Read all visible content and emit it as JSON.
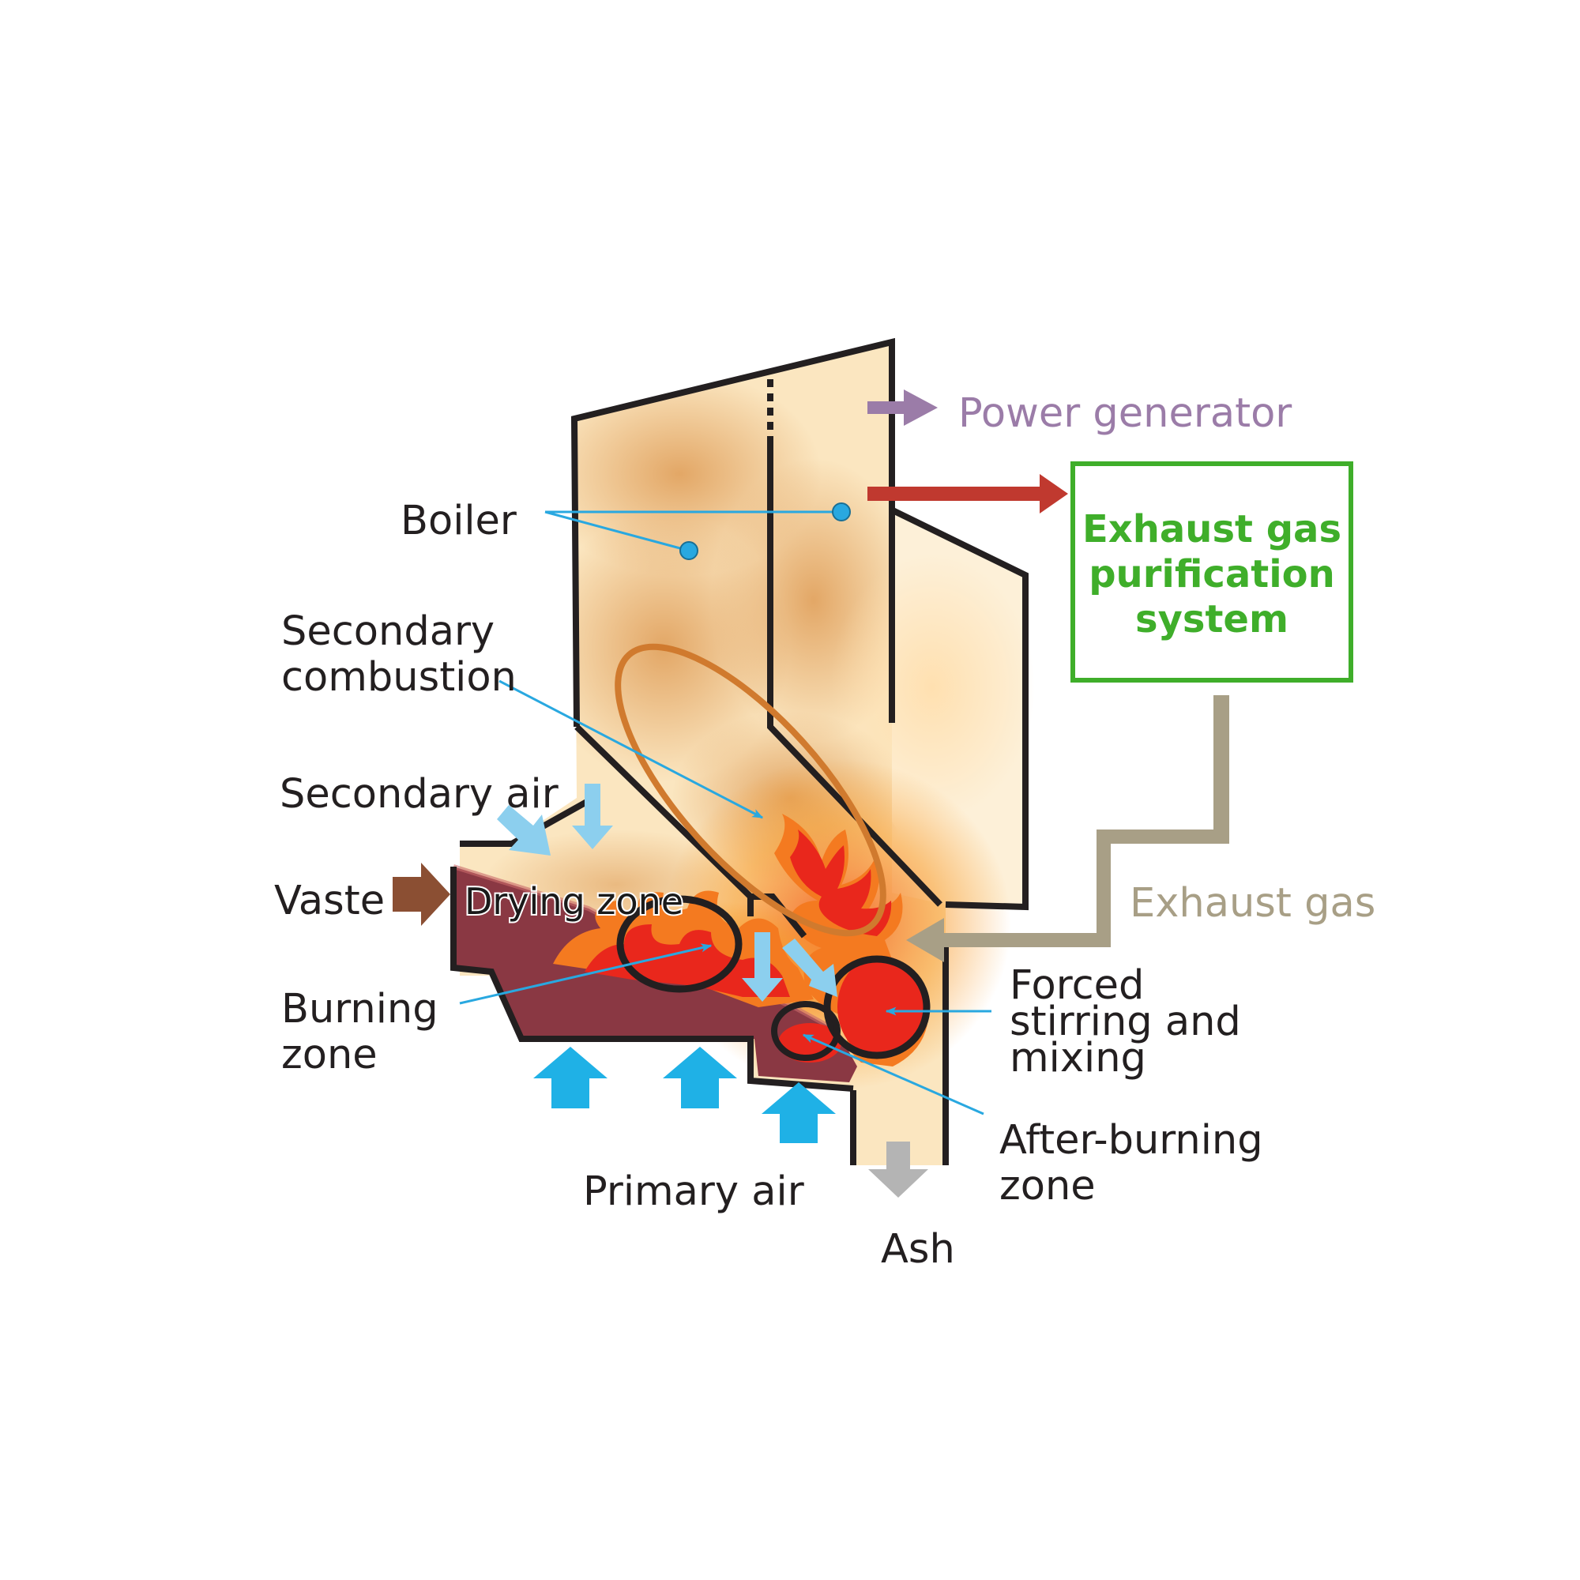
{
  "labels": {
    "boiler": "Boiler",
    "secondary_combustion": [
      "Secondary",
      "combustion"
    ],
    "secondary_air": "Secondary air",
    "waste": "Vaste",
    "drying_zone": "Drying zone",
    "burning_zone": [
      "Burning",
      "zone"
    ],
    "primary_air": "Primary air",
    "ash": "Ash",
    "forced_stirring": [
      "Forced",
      "stirring and",
      "mixing"
    ],
    "after_burning": [
      "After-burning",
      "zone"
    ],
    "power_generator": "Power generator",
    "exhaust_gas": "Exhaust gas",
    "purification_box": [
      "Exhaust gas",
      "purification",
      "system"
    ]
  },
  "colors": {
    "text": "#231f20",
    "outline": "#231f20",
    "pointer": "#29a8e0",
    "primary_air_arrow": "#1fb1e6",
    "secondary_air_arrow": "#8ccfee",
    "waste_arrow": "#8b4f33",
    "ash_arrow": "#b4b4b4",
    "power_generator": "#9b7ca8",
    "steam_to_purification": "#c0392f",
    "exhaust_gas": "#a89f86",
    "purification_system": "#3fae2a",
    "furnace_fill": "#fbe6c0",
    "furnace_shade": "#e2a866",
    "flame_red": "#e9271c",
    "flame_orange": "#f47a20",
    "waste_bed": "#8a3843",
    "secondary_combustion_ring": "#d07a2e"
  }
}
